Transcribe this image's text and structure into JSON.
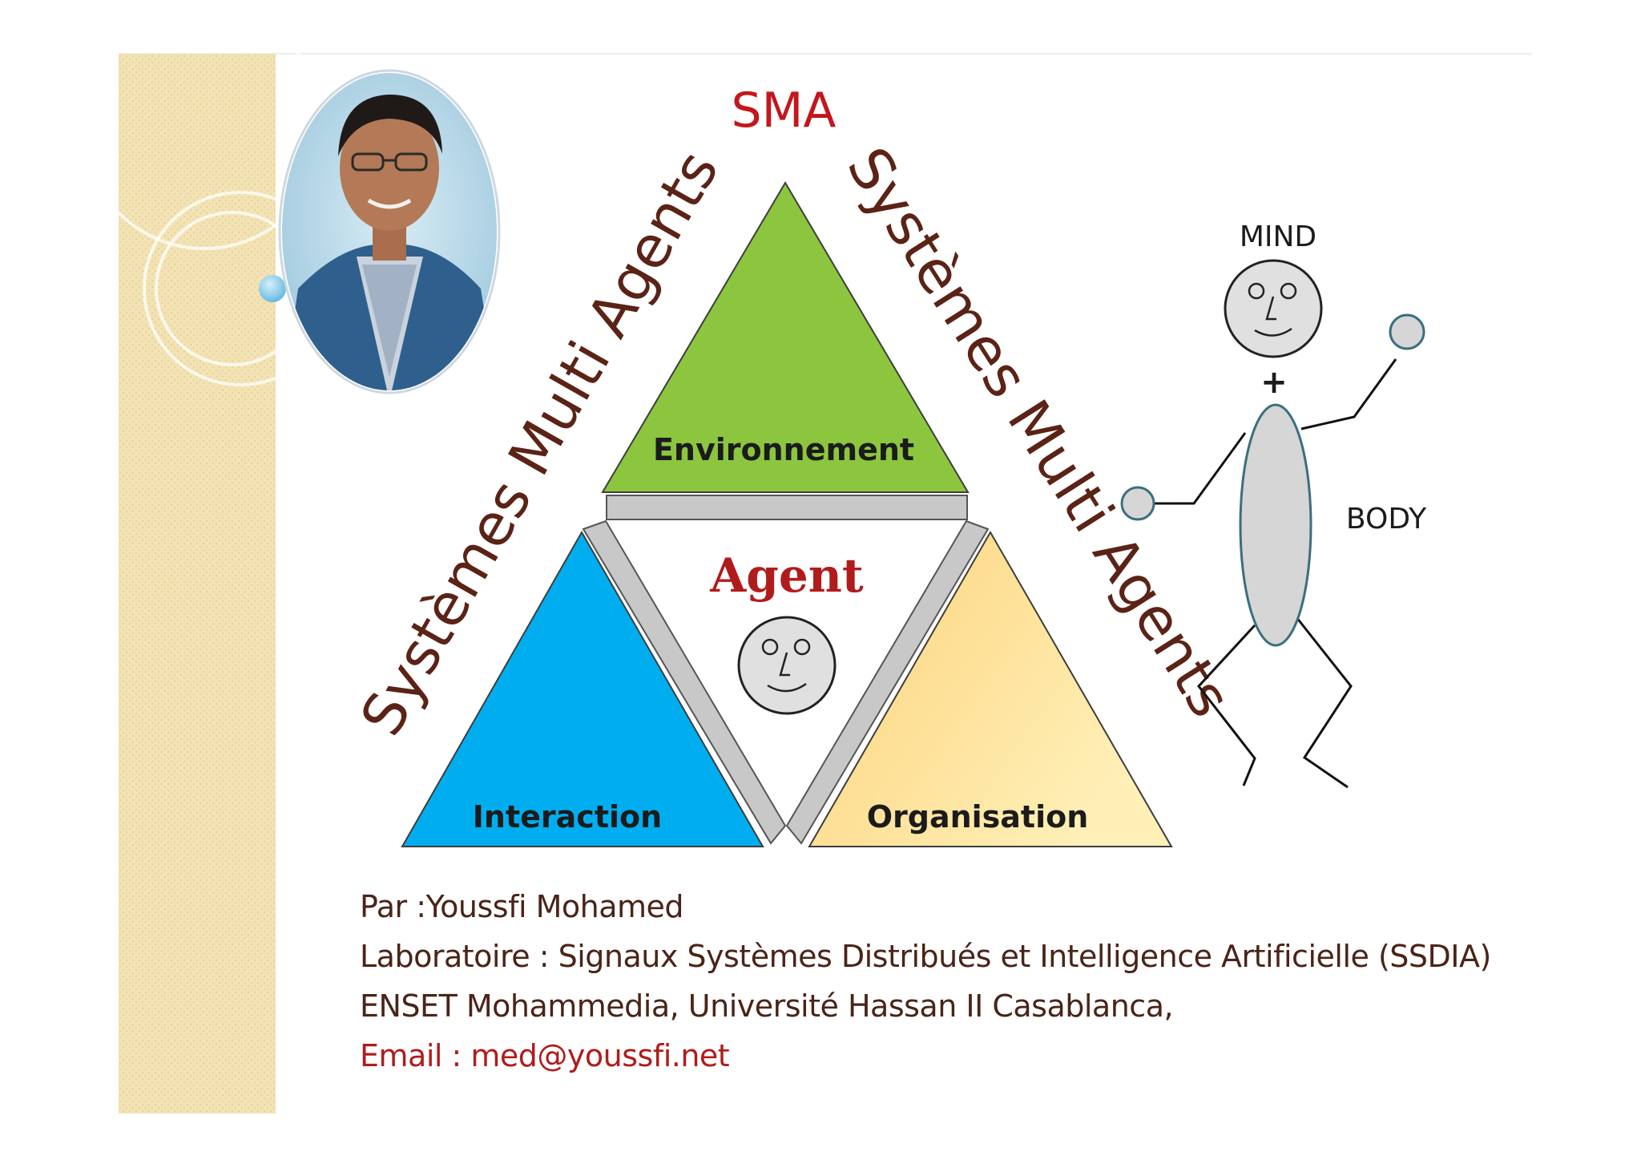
{
  "diagram": {
    "title": "SMA",
    "arc_text_left": "Systèmes Multi Agents",
    "arc_text_right": "Systèmes Multi Agents",
    "center_label": "Agent",
    "triangles": {
      "top": "Environnement",
      "left": "Interaction",
      "right": "Organisation"
    },
    "figure": {
      "mind_label": "MIND",
      "plus_label": "+",
      "body_label": "BODY"
    }
  },
  "footer": {
    "author": "Par :Youssfi Mohamed",
    "lab": "Laboratoire : Signaux Systèmes Distribués et Intelligence Artificielle (SSDIA)",
    "school": "ENSET Mohammedia,  Université Hassan II Casablanca,",
    "email": "Email : med@youssfi.net"
  },
  "colors": {
    "title_red": "#c4161c",
    "arc_brown": "#5b2316",
    "env_green": "#8cc63f",
    "interaction_blue": "#00aeef",
    "organisation_yellow": "#fde08a",
    "band_gray": "#c8c8c8",
    "face_gray": "#e0e0e0"
  }
}
